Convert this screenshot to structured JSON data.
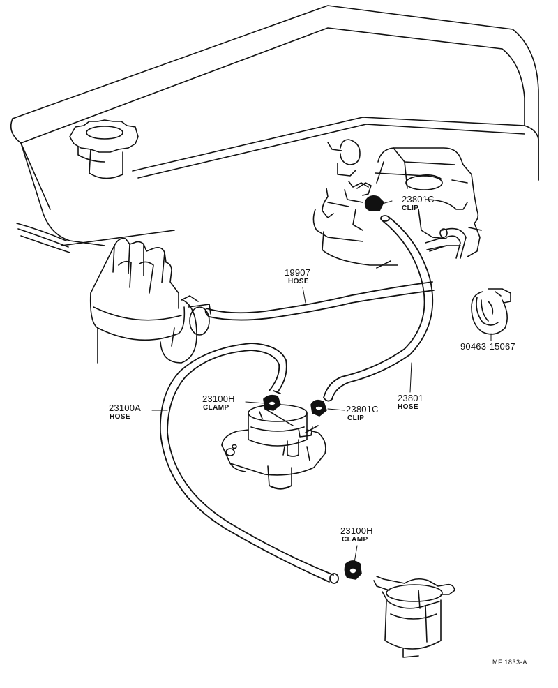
{
  "callouts": {
    "clip_carb": {
      "part_no": "23801C",
      "desc": "CLIP"
    },
    "hose_19907": {
      "part_no": "19907",
      "desc": "HOSE"
    },
    "bracket_90463": {
      "part_no": "90463-15067"
    },
    "hose_23100a": {
      "part_no": "23100A",
      "desc": "HOSE"
    },
    "clamp_pump": {
      "part_no": "23100H",
      "desc": "CLAMP"
    },
    "clip_pump": {
      "part_no": "23801C",
      "desc": "CLIP"
    },
    "hose_23801": {
      "part_no": "23801",
      "desc": "HOSE"
    },
    "clamp_filter": {
      "part_no": "23100H",
      "desc": "CLAMP"
    }
  },
  "figure_code": "MF 1833-A"
}
